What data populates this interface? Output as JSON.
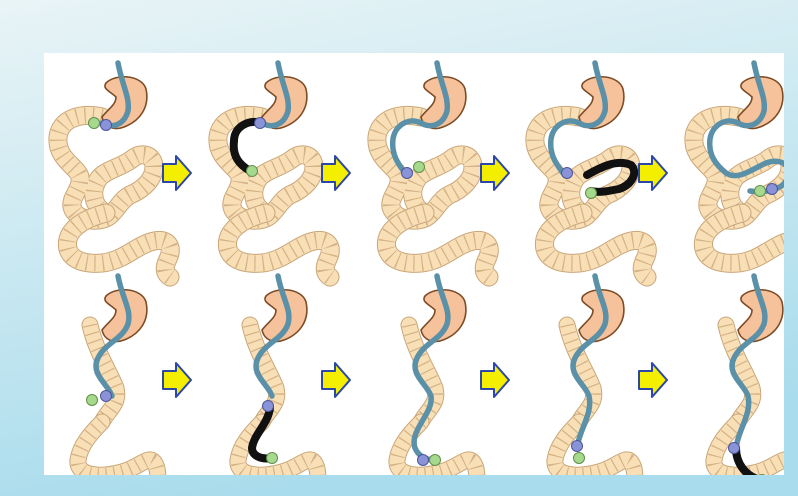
{
  "figure": {
    "background_color_top": "#e9f4f6",
    "background_color_bottom": "#a9dcec",
    "panel_color": "#ffffff",
    "colors": {
      "intestine_fill": "#f9dfb6",
      "intestine_stroke": "#c9a679",
      "stomach_fill": "#f5c29b",
      "stomach_stroke": "#7d4b24",
      "scope": "#5a90a8",
      "overtube": "#111111",
      "balloon_blue": "#8a93d8",
      "balloon_green": "#a6d98c",
      "arrow_fill": "#f4ee00",
      "arrow_stroke": "#2d47a8"
    },
    "rows": [
      {
        "id": "row-1",
        "panels": [
          {
            "step": 1,
            "overtube_shown": false
          },
          {
            "step": 2,
            "overtube_shown": true
          },
          {
            "step": 3,
            "overtube_shown": false
          },
          {
            "step": 4,
            "overtube_shown": true
          },
          {
            "step": 5,
            "overtube_shown": false
          }
        ],
        "arrow_count": 4
      },
      {
        "id": "row-2",
        "panels": [
          {
            "step": 1,
            "overtube_shown": false
          },
          {
            "step": 2,
            "overtube_shown": true
          },
          {
            "step": 3,
            "overtube_shown": false
          },
          {
            "step": 4,
            "overtube_shown": false
          },
          {
            "step": 5,
            "overtube_shown": true
          }
        ],
        "arrow_count": 4
      }
    ]
  }
}
